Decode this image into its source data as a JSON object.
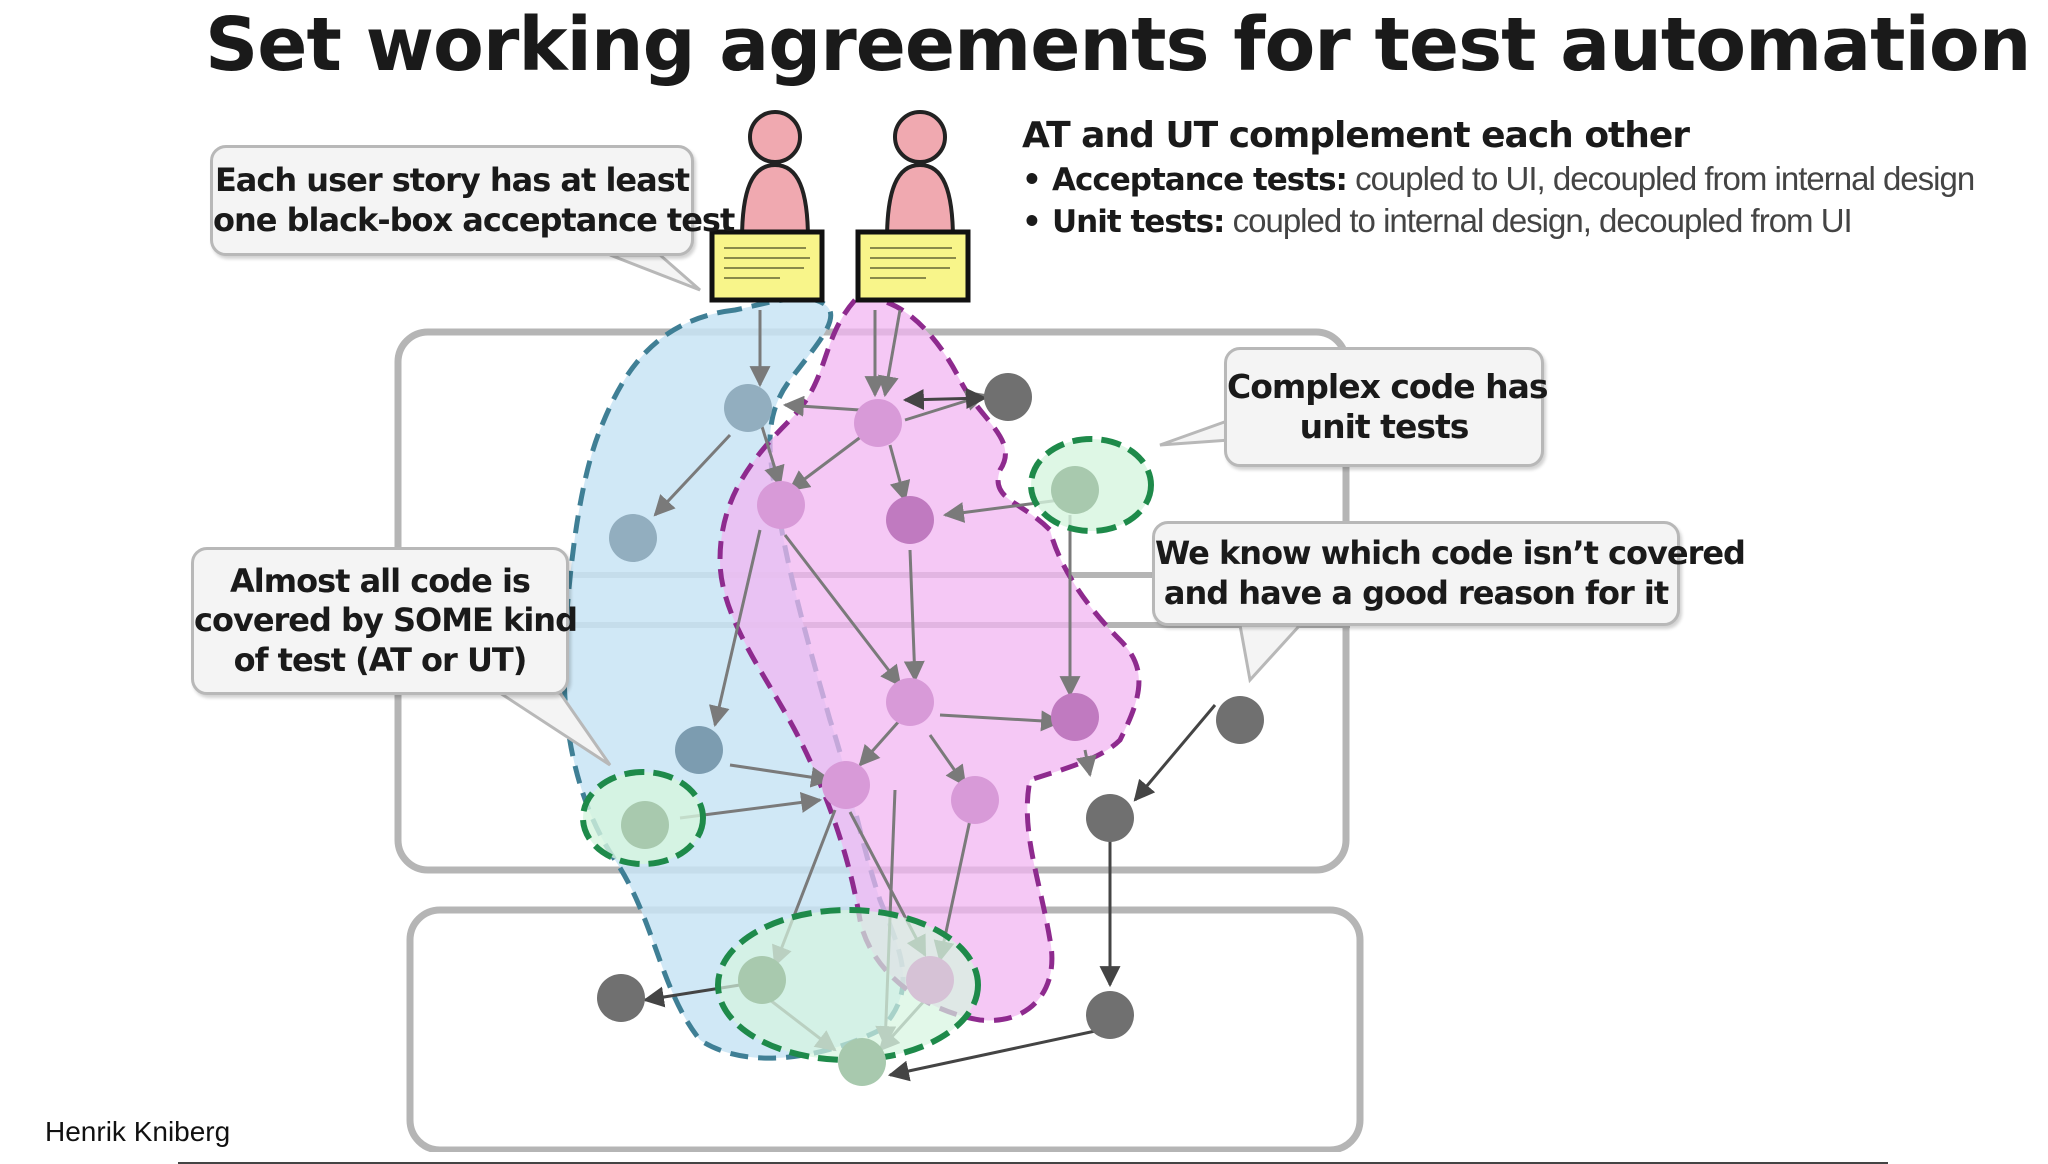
{
  "title": "Set working agreements for test automation",
  "callouts": {
    "user_story": [
      "Each user story has at least",
      "one black-box acceptance test"
    ],
    "complex_code": [
      "Complex code has",
      "unit tests"
    ],
    "known_coverage": [
      "We know which code isn’t covered",
      "and have a good reason for it"
    ],
    "almost_all": [
      "Almost all code is",
      "covered by SOME kind",
      "of test (AT or UT)"
    ]
  },
  "info": {
    "heading": "AT and UT complement each other",
    "items": [
      {
        "term": "Acceptance tests:",
        "desc": " coupled to UI, decoupled from internal design"
      },
      {
        "term": "Unit tests:",
        "desc": " coupled to internal design, decoupled from UI"
      }
    ]
  },
  "credit": "Henrik Kniberg",
  "colors": {
    "acceptance_region": "#c8e4f4",
    "acceptance_border": "#3f7f95",
    "unit_region": "#f2b6f2",
    "unit_border": "#8e2a8e",
    "unit_test_ring": "#1e8a4a",
    "unit_test_fill": "#d6f5df",
    "uncovered_node": "#707070",
    "layer_border": "#b5b5b5",
    "person": "#f0a9b0",
    "story_card": "#f8f58a"
  }
}
